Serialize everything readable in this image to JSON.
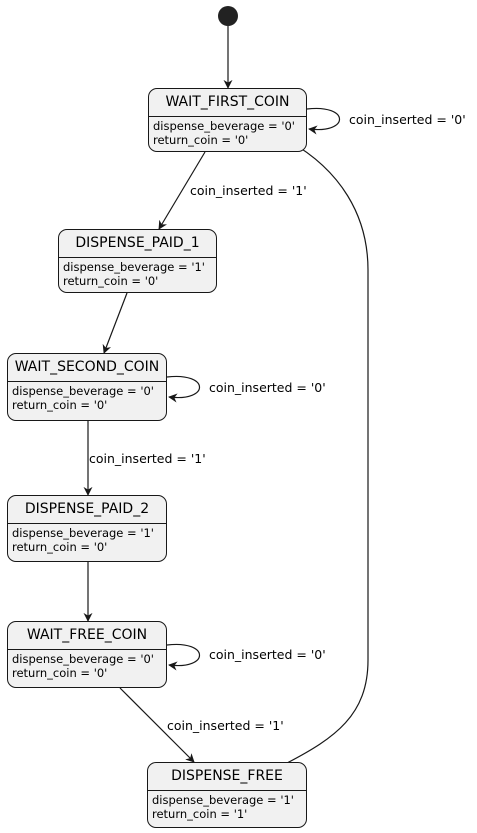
{
  "colors": {
    "node_fill": "#f1f1f1",
    "node_border": "#181818",
    "edge": "#181818",
    "start": "#222222"
  },
  "states": [
    {
      "id": "wait_first_coin",
      "name": "WAIT_FIRST_COIN",
      "lines": [
        "dispense_beverage = '0'",
        "return_coin = '0'"
      ]
    },
    {
      "id": "dispense_paid_1",
      "name": "DISPENSE_PAID_1",
      "lines": [
        "dispense_beverage = '1'",
        "return_coin = '0'"
      ]
    },
    {
      "id": "wait_second_coin",
      "name": "WAIT_SECOND_COIN",
      "lines": [
        "dispense_beverage = '0'",
        "return_coin = '0'"
      ]
    },
    {
      "id": "dispense_paid_2",
      "name": "DISPENSE_PAID_2",
      "lines": [
        "dispense_beverage = '1'",
        "return_coin = '0'"
      ]
    },
    {
      "id": "wait_free_coin",
      "name": "WAIT_FREE_COIN",
      "lines": [
        "dispense_beverage = '0'",
        "return_coin = '0'"
      ]
    },
    {
      "id": "dispense_free",
      "name": "DISPENSE_FREE",
      "lines": [
        "dispense_beverage = '1'",
        "return_coin = '1'"
      ]
    }
  ],
  "transitions": [
    {
      "id": "t_start",
      "from": "start",
      "to": "wait_first_coin",
      "label": ""
    },
    {
      "id": "t_wfc_self",
      "from": "wait_first_coin",
      "to": "wait_first_coin",
      "label": "coin_inserted = '0'"
    },
    {
      "id": "t_wfc_dp1",
      "from": "wait_first_coin",
      "to": "dispense_paid_1",
      "label": "coin_inserted = '1'"
    },
    {
      "id": "t_dp1_wsc",
      "from": "dispense_paid_1",
      "to": "wait_second_coin",
      "label": ""
    },
    {
      "id": "t_wsc_self",
      "from": "wait_second_coin",
      "to": "wait_second_coin",
      "label": "coin_inserted = '0'"
    },
    {
      "id": "t_wsc_dp2",
      "from": "wait_second_coin",
      "to": "dispense_paid_2",
      "label": "coin_inserted = '1'"
    },
    {
      "id": "t_dp2_wfree",
      "from": "dispense_paid_2",
      "to": "wait_free_coin",
      "label": ""
    },
    {
      "id": "t_wfree_self",
      "from": "wait_free_coin",
      "to": "wait_free_coin",
      "label": "coin_inserted = '0'"
    },
    {
      "id": "t_wfree_df",
      "from": "wait_free_coin",
      "to": "dispense_free",
      "label": "coin_inserted = '1'"
    },
    {
      "id": "t_df_wfc",
      "from": "dispense_free",
      "to": "wait_first_coin",
      "label": ""
    }
  ]
}
